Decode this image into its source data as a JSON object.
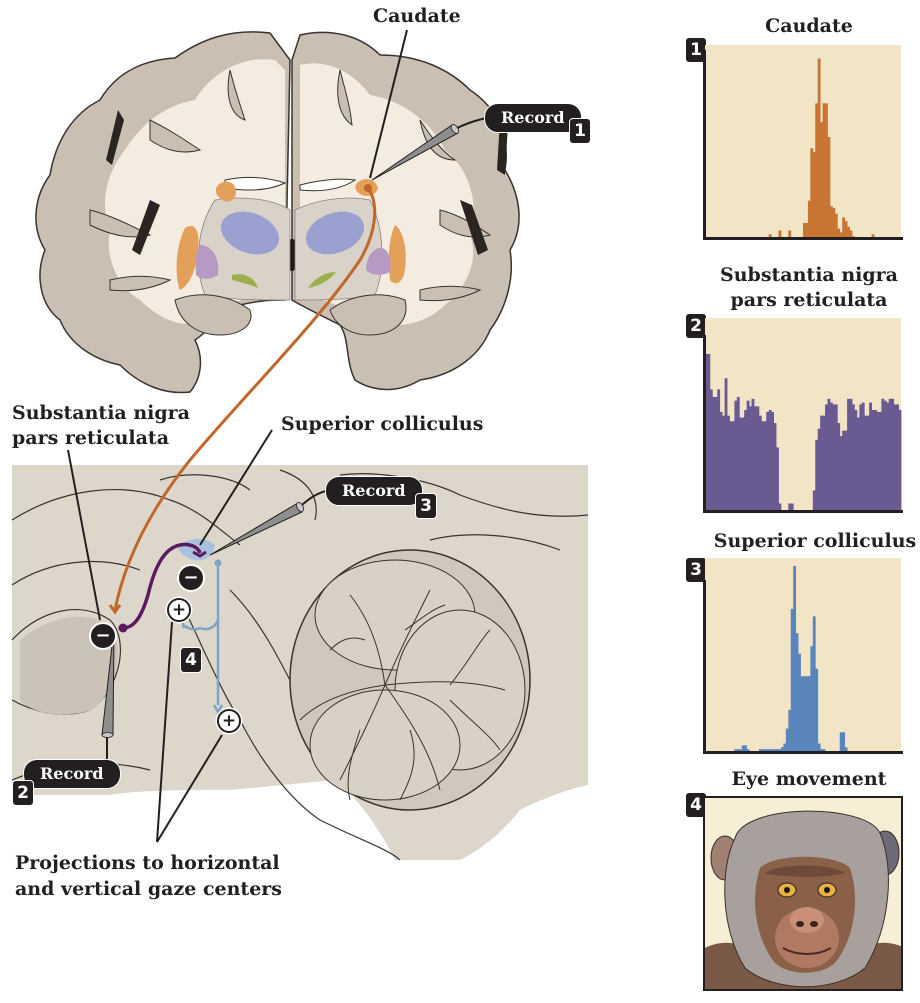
{
  "figure": {
    "coronal_labels": {
      "caudate": "Caudate"
    },
    "sagittal_labels": {
      "snr_line1": "Substantia nigra",
      "snr_line2": "pars reticulata",
      "superior_colliculus": "Superior colliculus",
      "projections_line1": "Projections to horizontal",
      "projections_line2": "and vertical gaze centers"
    },
    "record_labels": [
      {
        "text": "Record",
        "number": "1"
      },
      {
        "text": "Record",
        "number": "2"
      },
      {
        "text": "Record",
        "number": "3"
      }
    ],
    "step4_badge": "4",
    "synapse_signs": {
      "inhibitory": "−",
      "excitatory": "+"
    },
    "pathway_colors": {
      "caudate_to_snr": "#c0682c",
      "snr_to_sc": "#5b1a5e",
      "sc_to_gaze": "#7fa2c8"
    },
    "structure_colors": {
      "caudate_putamen": "#e2a05a",
      "thalamus": "#9aa0cf",
      "globus_pallidus": "#b79ac4",
      "subthalamic": "#9bb04d",
      "superior_colliculus": "#a9c1de"
    }
  },
  "panels": [
    {
      "number": "1",
      "title": "Caudate",
      "type": "histogram",
      "color": "#c87533"
    },
    {
      "number": "2",
      "title_line1": "Substantia nigra",
      "title_line2": "pars reticulata",
      "type": "histogram",
      "color": "#6a5a92"
    },
    {
      "number": "3",
      "title": "Superior colliculus",
      "type": "histogram",
      "color": "#5b85bd"
    },
    {
      "number": "4",
      "title": "Eye movement",
      "type": "image",
      "description": "monkey face illustration"
    }
  ],
  "chart_data": [
    {
      "type": "bar",
      "title": "Caudate",
      "xlabel": "",
      "ylabel": "",
      "ylim": [
        0,
        100
      ],
      "grid": false,
      "values": [
        0,
        0,
        0,
        0,
        0,
        0,
        0,
        0,
        0,
        0,
        0,
        0,
        0,
        0,
        0,
        0,
        0,
        0,
        0,
        0,
        0,
        0,
        0,
        0,
        0,
        0,
        2,
        0,
        0,
        0,
        4,
        0,
        0,
        0,
        4,
        0,
        0,
        0,
        0,
        0,
        8,
        8,
        20,
        48,
        46,
        72,
        96,
        62,
        72,
        72,
        54,
        17,
        16,
        13,
        5,
        3,
        11,
        9,
        6,
        4,
        1,
        0,
        0,
        0,
        0,
        0,
        0,
        0,
        2,
        0,
        0,
        0,
        0,
        0,
        0,
        0,
        0,
        0,
        0,
        0
      ]
    },
    {
      "type": "bar",
      "title": "Substantia nigra pars reticulata",
      "xlabel": "",
      "ylabel": "",
      "ylim": [
        0,
        100
      ],
      "grid": false,
      "values": [
        84,
        84,
        65,
        61,
        61,
        65,
        53,
        51,
        71,
        51,
        48,
        48,
        59,
        61,
        50,
        50,
        54,
        59,
        56,
        60,
        56,
        56,
        51,
        48,
        48,
        53,
        54,
        53,
        47,
        34,
        4,
        0,
        0,
        0,
        4,
        4,
        0,
        0,
        0,
        0,
        0,
        0,
        0,
        0,
        11,
        38,
        44,
        51,
        51,
        57,
        60,
        58,
        57,
        57,
        47,
        40,
        43,
        43,
        60,
        60,
        57,
        54,
        50,
        57,
        58,
        51,
        51,
        58,
        54,
        54,
        53,
        53,
        60,
        59,
        58,
        60,
        60,
        57,
        57,
        54
      ]
    },
    {
      "type": "bar",
      "title": "Superior colliculus",
      "xlabel": "",
      "ylabel": "",
      "ylim": [
        0,
        100
      ],
      "grid": false,
      "values": [
        0,
        0,
        0,
        0,
        0,
        0,
        0,
        0,
        0,
        0,
        0,
        0,
        1,
        1,
        1,
        3,
        3,
        1,
        0,
        0,
        0,
        0,
        1,
        1,
        1,
        1,
        1,
        1,
        1,
        1,
        1,
        2,
        4,
        12,
        22,
        76,
        99,
        63,
        52,
        40,
        40,
        40,
        40,
        56,
        72,
        44,
        4,
        1,
        1,
        0,
        0,
        0,
        0,
        0,
        0,
        10,
        10,
        2,
        0,
        0,
        0,
        0,
        0,
        0,
        0,
        0,
        0,
        0,
        0,
        0,
        0,
        0,
        0,
        0,
        0,
        0,
        0,
        0,
        0,
        0
      ]
    }
  ]
}
